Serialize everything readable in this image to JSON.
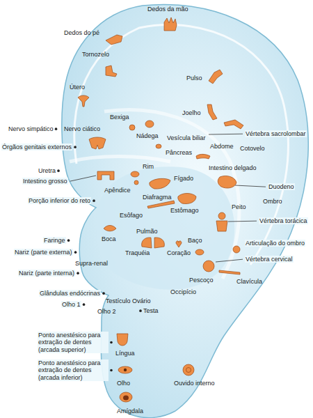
{
  "diagram": {
    "labels": [
      "Dedos do pé",
      "Dedos da mão",
      "Tornozelo",
      "Pulso",
      "Útero",
      "Joelho",
      "Bexiga",
      "Nervo simpático",
      "Nervo ciático",
      "Nádega",
      "Vértebra sacrolombar",
      "Órgãos genitais externos",
      "Vesícula biliar",
      "Abdome",
      "Cotovelo",
      "Pâncreas",
      "Intestino delgado",
      "Uretra",
      "Rim",
      "Intestino grosso",
      "Fígado",
      "Duodeno",
      "Porção inferior do reto",
      "Apêndice",
      "Diafragma",
      "Ombro",
      "Estômago",
      "Esôfago",
      "Peito",
      "Vértebra torácica",
      "Faringe",
      "Boca",
      "Pulmão",
      "Baço",
      "Articulação do ombro",
      "Nariz (parte externa)",
      "Coração",
      "Traquéia",
      "Vértebra cervical",
      "Supra-renal",
      "Nariz (parte interna)",
      "Pescoço",
      "Clavícula",
      "Occipício",
      "Glândulas endócrinas",
      "Testículo Ovário",
      "Olho 1",
      "Testa",
      "Olho 2",
      "Ponto anestésico para extração de dentes (arcada superior)",
      "Língua",
      "Ponto anestésico para extração de dentes (arcada inferior)",
      "Olho",
      "Ouvido interno",
      "Amígdala"
    ]
  }
}
